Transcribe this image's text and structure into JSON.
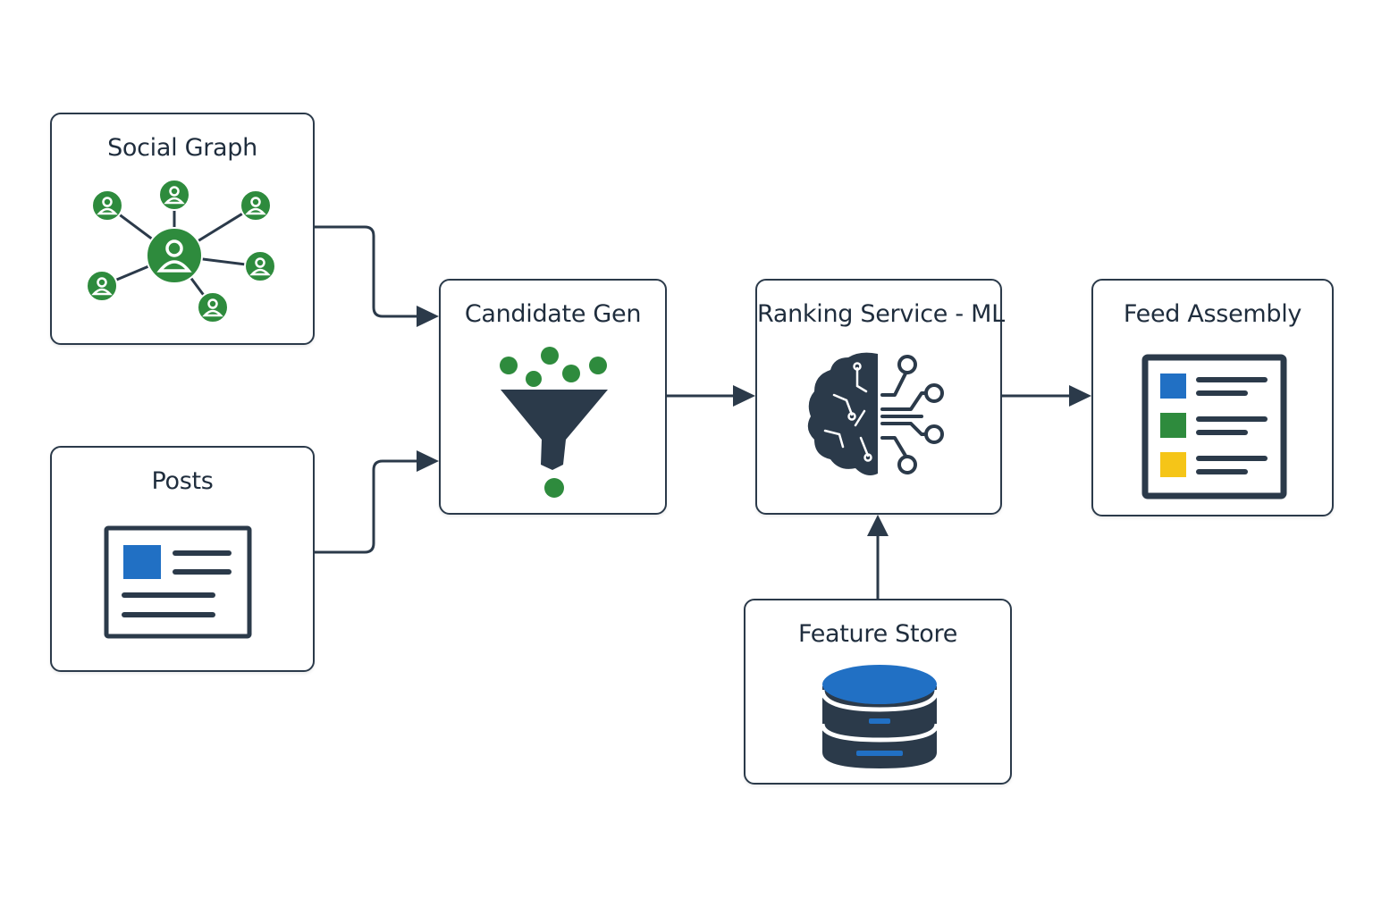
{
  "colors": {
    "stroke": "#2b3a4a",
    "text": "#1f2d3d",
    "green": "#2e8b3d",
    "blue": "#2170c4",
    "yellow": "#f5c518"
  },
  "nodes": {
    "social_graph": {
      "title": "Social Graph",
      "icon": "network-icon"
    },
    "posts": {
      "title": "Posts",
      "icon": "document-icon"
    },
    "candidate_gen": {
      "title": "Candidate Gen",
      "icon": "funnel-icon"
    },
    "ranking_service": {
      "title": "Ranking Service - ML",
      "icon": "brain-circuit-icon"
    },
    "feed_assembly": {
      "title": "Feed Assembly",
      "icon": "feed-list-icon"
    },
    "feature_store": {
      "title": "Feature Store",
      "icon": "database-icon"
    }
  },
  "edges": [
    {
      "from": "Social Graph",
      "to": "Candidate Gen"
    },
    {
      "from": "Posts",
      "to": "Candidate Gen"
    },
    {
      "from": "Candidate Gen",
      "to": "Ranking Service - ML"
    },
    {
      "from": "Ranking Service - ML",
      "to": "Feed Assembly"
    },
    {
      "from": "Feature Store",
      "to": "Ranking Service - ML"
    }
  ]
}
